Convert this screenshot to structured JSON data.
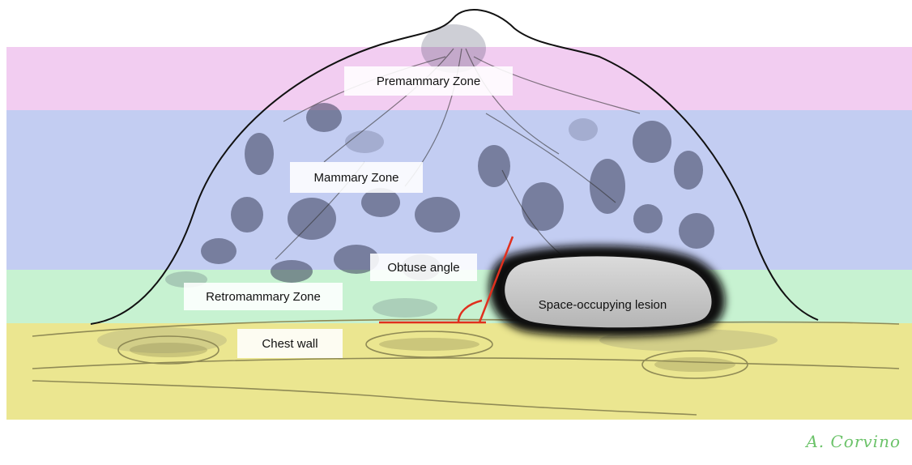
{
  "zones": [
    {
      "key": "premammary",
      "label": "Premammary Zone",
      "color": "#f0c4ee"
    },
    {
      "key": "mammary",
      "label": "Mammary Zone",
      "color": "#b9c4f0"
    },
    {
      "key": "retromammary",
      "label": "Retromammary Zone",
      "color": "#bdf0c9"
    },
    {
      "key": "chest-wall",
      "label": "Chest wall",
      "color": "#e8e27c"
    }
  ],
  "annotations": {
    "obtuse_angle": "Obtuse angle",
    "lesion": "Space-occupying lesion"
  },
  "colors": {
    "outline": "#111111",
    "tissue_stipple": "#3a3f5a",
    "angle_lines": "#e0301e",
    "lesion_fill": "#c9c9c9",
    "lesion_border": "#111111",
    "muscle_outline": "#9a9360",
    "signature": "#6cc36a"
  },
  "signature": "A. Corvino"
}
